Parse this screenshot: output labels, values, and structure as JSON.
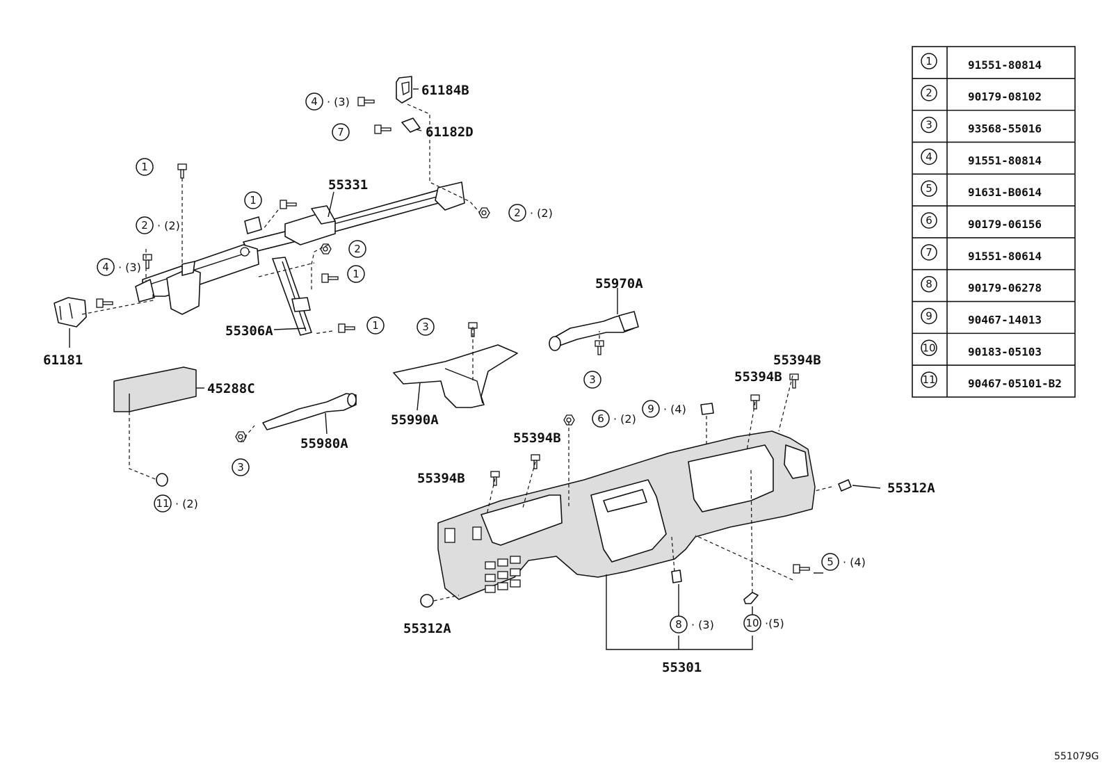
{
  "diagram_id": "551079G",
  "part_labels": {
    "p61184B": "61184B",
    "p61182D": "61182D",
    "p55331": "55331",
    "p61181": "61181",
    "p55306A": "55306A",
    "p55970A": "55970A",
    "p45288C": "45288C",
    "p55990A": "55990A",
    "p55980A": "55980A",
    "p55394B_a": "55394B",
    "p55394B_b": "55394B",
    "p55394B_c": "55394B",
    "p55394B_d": "55394B",
    "p55312A_a": "55312A",
    "p55312A_b": "55312A",
    "p55301": "55301"
  },
  "callouts": {
    "c1": {
      "num": "4",
      "qty": "· (3)"
    },
    "c2": {
      "num": "7",
      "qty": ""
    },
    "c3": {
      "num": "1",
      "qty": ""
    },
    "c4": {
      "num": "1",
      "qty": ""
    },
    "c5": {
      "num": "2",
      "qty": "· (2)"
    },
    "c6": {
      "num": "2",
      "qty": "· (2)"
    },
    "c7": {
      "num": "4",
      "qty": "· (3)"
    },
    "c8": {
      "num": "2",
      "qty": ""
    },
    "c9": {
      "num": "1",
      "qty": ""
    },
    "c10": {
      "num": "1",
      "qty": ""
    },
    "c11": {
      "num": "3",
      "qty": ""
    },
    "c12": {
      "num": "3",
      "qty": ""
    },
    "c13": {
      "num": "3",
      "qty": ""
    },
    "c14": {
      "num": "9",
      "qty": "· (4)"
    },
    "c15": {
      "num": "6",
      "qty": "· (2)"
    },
    "c16": {
      "num": "11",
      "qty": "· (2)"
    },
    "c17": {
      "num": "5",
      "qty": "· (4)"
    },
    "c18": {
      "num": "8",
      "qty": "· (3)"
    },
    "c19": {
      "num": "10",
      "qty": "·(5)"
    }
  },
  "legend_table": [
    {
      "ref": "1",
      "part_no": "91551-80814"
    },
    {
      "ref": "2",
      "part_no": "90179-08102"
    },
    {
      "ref": "3",
      "part_no": "93568-55016"
    },
    {
      "ref": "4",
      "part_no": "91551-80814"
    },
    {
      "ref": "5",
      "part_no": "91631-B0614"
    },
    {
      "ref": "6",
      "part_no": "90179-06156"
    },
    {
      "ref": "7",
      "part_no": "91551-80614"
    },
    {
      "ref": "8",
      "part_no": "90179-06278"
    },
    {
      "ref": "9",
      "part_no": "90467-14013"
    },
    {
      "ref": "10",
      "part_no": "90183-05103"
    },
    {
      "ref": "11",
      "part_no": "90467-05101-B2"
    }
  ]
}
